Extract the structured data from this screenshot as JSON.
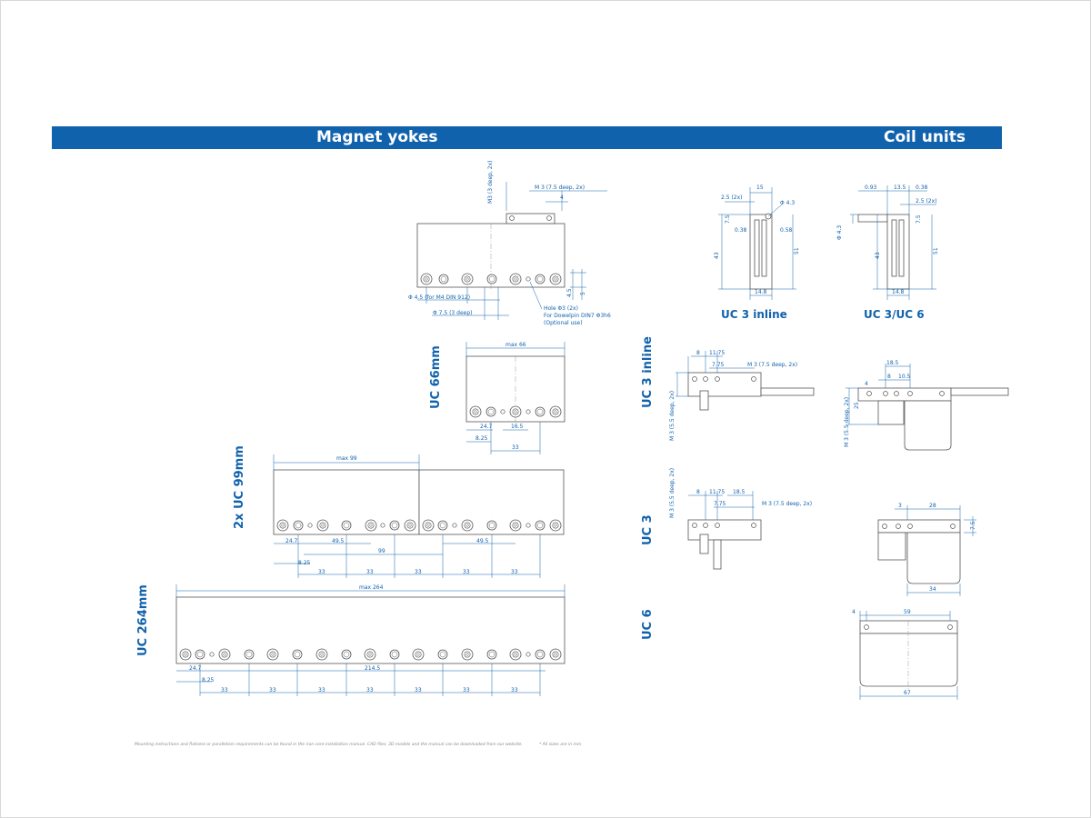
{
  "headers": {
    "magnet_yokes": "Magnet yokes",
    "coil_units": "Coil units"
  },
  "labels": {
    "uc66": "UC 66mm",
    "uc99": "2x UC 99mm",
    "uc264": "UC 264mm",
    "uc3inline_top": "UC 3 inline",
    "uc3uc6_top": "UC 3/UC 6",
    "uc3inline_side": "UC 3 inline",
    "uc3_side": "UC 3",
    "uc6_side": "UC 6"
  },
  "dims": {
    "top_m3": "M3 (3 deep, 2x)",
    "top_m3b": "M 3 (7.5 deep, 2x)",
    "top_4": "4",
    "top_d45": "Φ 4.5 (for M4 DIN 912)",
    "top_d75": "Φ 7.5 (3 deep)",
    "top_45": "4.5",
    "top_5": "5",
    "hole1": "Hole Φ3 (2x)",
    "hole2": "For Dowelpin DIN7 Φ3h6",
    "hole3": "(Optional use)",
    "max66": "max 66",
    "d247": "24.7",
    "d165": "16.5",
    "d825": "8.25",
    "d33": "33",
    "max99": "max 99",
    "d495": "49.5",
    "d99": "99",
    "max264": "max 264",
    "d2145": "214.5",
    "c_15": "15",
    "c_25_2x": "2.5 (2x)",
    "c_d43": "Φ 4.3",
    "c_75": "7.5",
    "c_038": "0.38",
    "c_058": "0.58",
    "c_43": "43",
    "c_51": "51",
    "c_148": "14.8",
    "c_093": "0.93",
    "c_135": "13.5",
    "i_8": "8",
    "i_1175": "11.75",
    "i_775": "7.75",
    "i_m3": "M 3 (7.5 deep, 2x)",
    "i_m3v": "M 3 (5.5 deep, 2x)",
    "i_185": "18.5",
    "i_105": "10.5",
    "i_4": "4",
    "i_25": "25",
    "u_3": "3",
    "u_28": "28",
    "u_34": "34",
    "u_59": "59",
    "u_67": "67"
  },
  "footnotes": {
    "left": "Mounting instructions and flatness or parallelism requirements can be found in the iron core installation manual. CAD files, 3D models and the manual can be downloaded from our website.",
    "right": "* All sizes are in mm"
  }
}
